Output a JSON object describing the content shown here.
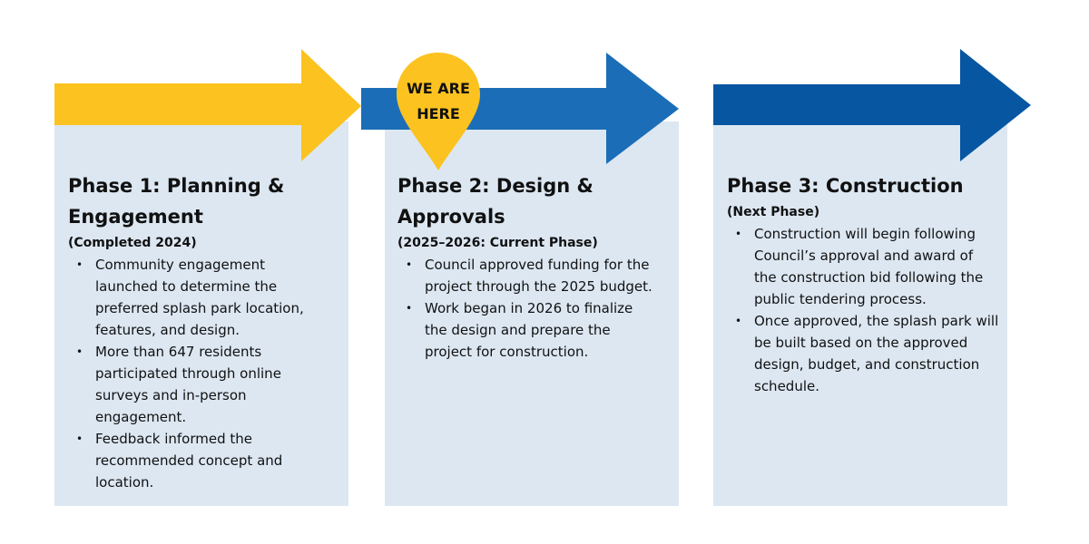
{
  "colors": {
    "arrow_phase1": "#fcc21f",
    "arrow_phase2": "#1b6db7",
    "arrow_phase3": "#0656a2",
    "panel_bg": "#dce7f2",
    "pin": "#fcc21f"
  },
  "marker": {
    "line1": "WE ARE",
    "line2": "HERE"
  },
  "phases": [
    {
      "title_line1": "Phase 1: Planning &",
      "title_line2": "Engagement",
      "status": "(Completed 2024)",
      "bullets": [
        "Community engagement launched to determine the preferred splash park location, features, and design.",
        "More than 647 residents participated through online surveys and in-person engagement.",
        "Feedback informed the recommended concept and location."
      ]
    },
    {
      "title_line1": "Phase 2: Design &",
      "title_line2": "Approvals",
      "status": "(2025–2026: Current Phase)",
      "bullets": [
        "Council approved funding for the project through the 2025 budget.",
        "Work began in 2026 to finalize the design and prepare the project for construction."
      ]
    },
    {
      "title_line1": "Phase 3: Construction",
      "title_line2": "",
      "status": "(Next Phase)",
      "bullets": [
        "Construction will begin following Council’s approval and award of the construction bid following the public tendering process.",
        "Once approved, the splash park will be built based on the approved design, budget, and construction schedule."
      ]
    }
  ]
}
